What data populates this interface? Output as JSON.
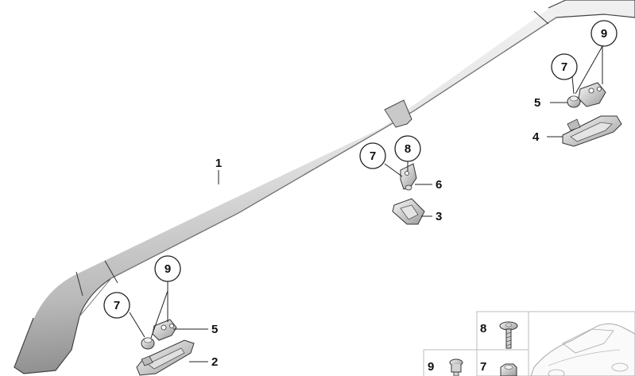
{
  "diagram": {
    "labels": {
      "rail": "1",
      "cover_rear": "2",
      "cover_mid": "3",
      "cover_front": "4",
      "bracket_rear": "5",
      "bracket_front": "5",
      "support_mid": "6",
      "nut_rear": "7",
      "nut_front": "7",
      "nut_mid": "7",
      "screw_mid": "8",
      "screw_rear": "9",
      "screw_front": "9"
    },
    "inset": {
      "label_8": "8",
      "label_9": "9",
      "label_7": "7"
    },
    "colors": {
      "rail_light": "#f2f2f2",
      "rail_mid": "#d9d9d9",
      "rail_dark": "#8f8f8f",
      "outline": "#222222"
    }
  }
}
